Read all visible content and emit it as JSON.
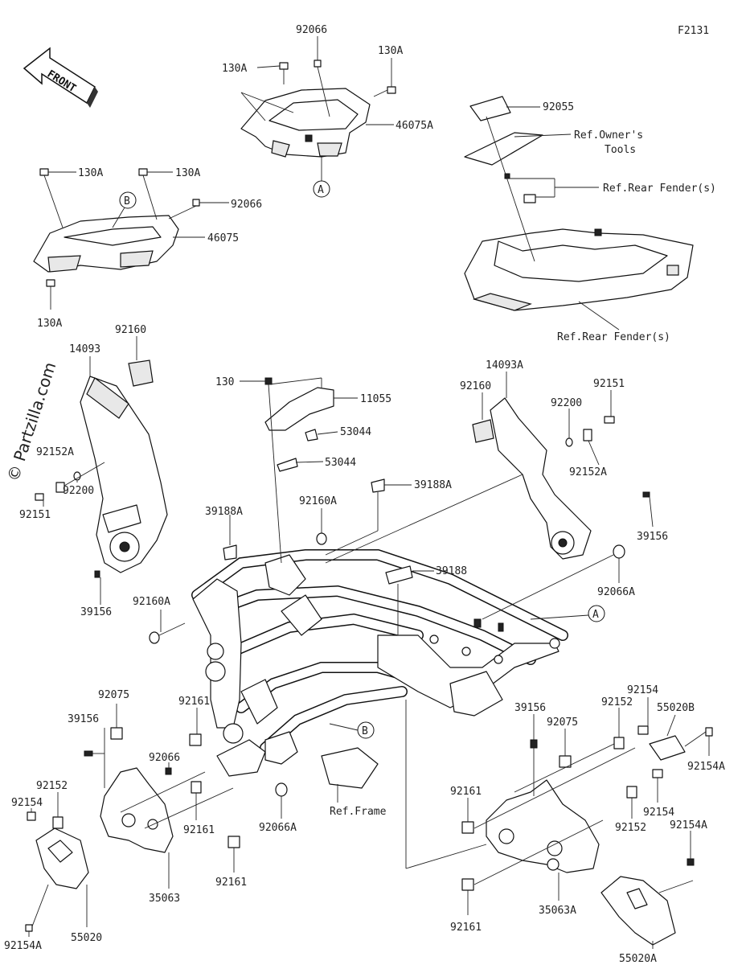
{
  "figure_id": "F2131",
  "front_label": "FRONT",
  "watermark": "© Partzilla.com",
  "ref_labels": {
    "owners_tools_1": "Ref.Owner's",
    "owners_tools_2": "Tools",
    "rear_fender_1": "Ref.Rear Fender(s)",
    "rear_fender_2": "Ref.Rear Fender(s)",
    "frame": "Ref.Frame"
  },
  "callouts": {
    "a1": "A",
    "a2": "A",
    "b1": "B",
    "b2": "B"
  },
  "parts": {
    "p92066_top": "92066",
    "p130a_tl": "130A",
    "p130a_tr": "130A",
    "p46075a": "46075A",
    "p92055": "92055",
    "p130a_l1": "130A",
    "p130a_l2": "130A",
    "p92066_l": "92066",
    "p46075": "46075",
    "p130a_l3": "130A",
    "p92160_l": "92160",
    "p14093": "14093",
    "p130": "130",
    "p11055": "11055",
    "p53044_a": "53044",
    "p53044_b": "53044",
    "p14093a": "14093A",
    "p92160_r": "92160",
    "p92151_r": "92151",
    "p92200_r": "92200",
    "p92152a_r": "92152A",
    "p92152a_l": "92152A",
    "p92200_l": "92200",
    "p92151_l": "92151",
    "p39188a_r": "39188A",
    "p39188a_l": "39188A",
    "p92160a_t": "92160A",
    "p39156_r": "39156",
    "p39188": "39188",
    "p92066a_r": "92066A",
    "p39156_l": "39156",
    "p92160a_b": "92160A",
    "p92075_l": "92075",
    "p39156_bl": "39156",
    "p92161_a": "92161",
    "p92066": "92066",
    "p92152_l": "92152",
    "p92154_l": "92154",
    "p92161_b": "92161",
    "p92161_c": "92161",
    "p35063": "35063",
    "p92066a_b": "92066A",
    "p92154a_l": "92154A",
    "p55020": "55020",
    "p39156_br": "39156",
    "p92075_r": "92075",
    "p92154_r1": "92154",
    "p92152_r1": "92152",
    "p55020b": "55020B",
    "p92154a_r1": "92154A",
    "p92161_d": "92161",
    "p92154_r2": "92154",
    "p92152_r2": "92152",
    "p92154a_r2": "92154A",
    "p35063a": "35063A",
    "p92161_e": "92161",
    "p55020a": "55020A"
  }
}
